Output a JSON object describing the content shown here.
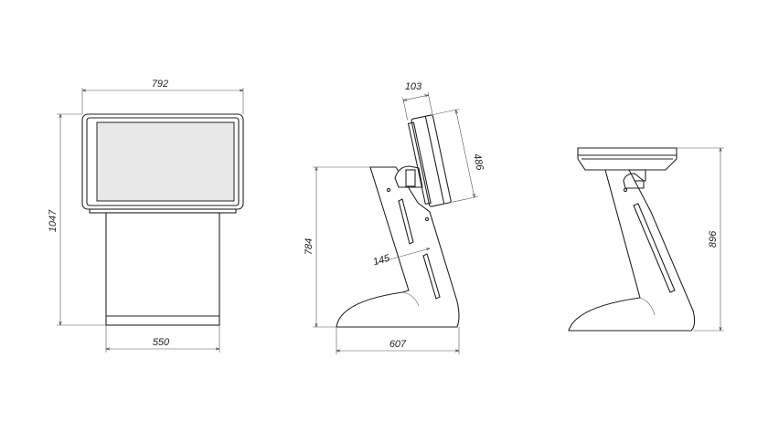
{
  "dimensions": {
    "front_width": "792",
    "front_height": "1047",
    "front_base_width": "550",
    "side_panel_depth": "103",
    "side_panel_height": "486",
    "side_leg_width": "145",
    "side_stand_height": "784",
    "side_base_depth": "607",
    "rear_height": "896"
  },
  "colors": {
    "line": "#222222",
    "screen": "#e8e8e8",
    "background": "#ffffff"
  }
}
